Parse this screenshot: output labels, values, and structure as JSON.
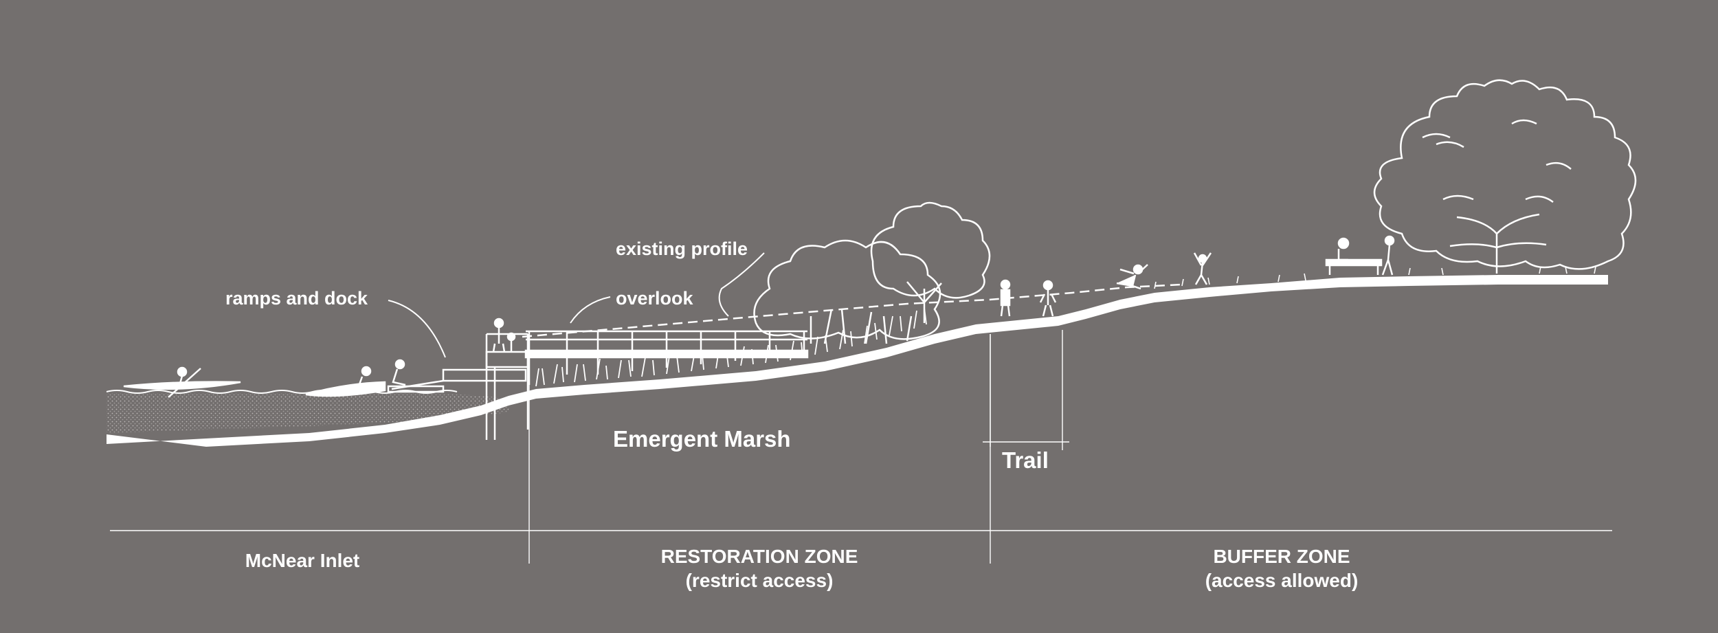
{
  "colors": {
    "background": "#736f6e",
    "linework": "#ffffff",
    "water_hatch": "#8a8685"
  },
  "annotations": {
    "existing_profile": "existing profile",
    "ramps_and_dock": "ramps and dock",
    "overlook": "overlook",
    "emergent_marsh": "Emergent Marsh",
    "trail": "Trail"
  },
  "zones": {
    "inlet": {
      "line1": "McNear Inlet"
    },
    "restoration": {
      "line1": "RESTORATION ZONE",
      "line2": "(restrict access)"
    },
    "buffer": {
      "line1": "BUFFER ZONE",
      "line2": "(access allowed)"
    }
  },
  "icons": {
    "kayak": "kayak-icon",
    "rowboat": "rowboat-icon",
    "person": "person-icon",
    "tree": "tree-icon",
    "bench": "bench-icon"
  }
}
